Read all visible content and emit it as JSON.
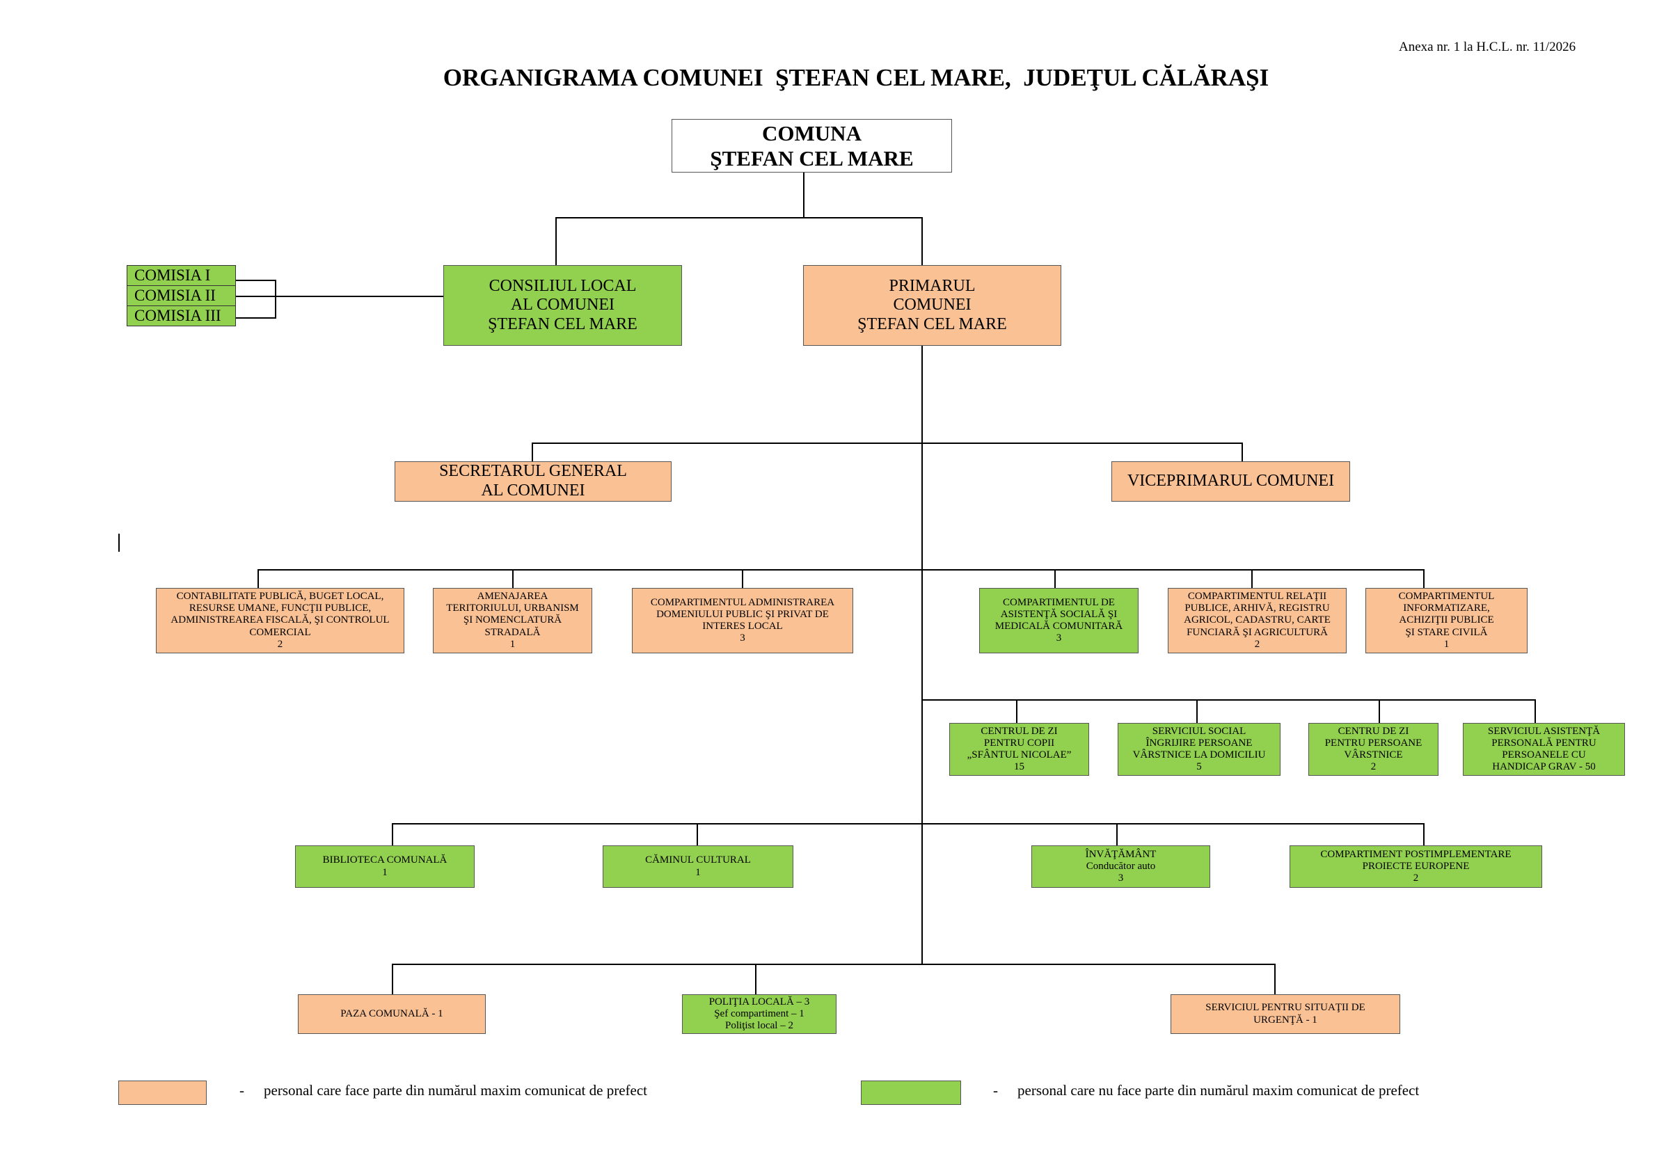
{
  "annex": "Anexa nr. 1 la H.C.L. nr. 11/2026",
  "title": "ORGANIGRAMA COMUNEI  ŞTEFAN CEL MARE,  JUDEŢUL CĂLĂRAŞI",
  "colors": {
    "orange": "#f9c194",
    "green": "#92d050"
  },
  "root": "COMUNA\nŞTEFAN CEL MARE",
  "consiliu": "CONSILIUL LOCAL\nAL COMUNEI\nŞTEFAN CEL MARE",
  "primar": "PRIMARUL\nCOMUNEI\nŞTEFAN CEL MARE",
  "comisii": [
    "COMISIA  I",
    "COMISIA  II",
    "COMISIA III"
  ],
  "secretar": "SECRETARUL GENERAL\nAL COMUNEI",
  "viceprimar": "VICEPRIMARUL COMUNEI",
  "row1": [
    "CONTABILITATE PUBLICĂ, BUGET LOCAL,\nRESURSE UMANE, FUNCŢII PUBLICE,\nADMINISTREAREA FISCALĂ, ŞI CONTROLUL\nCOMERCIAL\n2",
    "AMENAJAREA\nTERITORIULUI, URBANISM\nŞI NOMENCLATURĂ\nSTRADALĂ\n1",
    "COMPARTIMENTUL ADMINISTRAREA\nDOMENIULUI PUBLIC ŞI PRIVAT DE\nINTERES LOCAL\n3",
    "COMPARTIMENTUL DE\nASISTENŢĂ SOCIALĂ ŞI\nMEDICALĂ COMUNITARĂ\n3",
    "COMPARTIMENTUL RELAŢII\nPUBLICE, ARHIVĂ, REGISTRU\nAGRICOL, CADASTRU, CARTE\nFUNCIARĂ ŞI AGRICULTURĂ\n2",
    "COMPARTIMENTUL\nINFORMATIZARE,\nACHIZIŢII PUBLICE\nŞI STARE CIVILĂ\n1"
  ],
  "row2": [
    "CENTRUL DE ZI\nPENTRU COPII\n„SFÂNTUL NICOLAE”\n15",
    "SERVICIUL SOCIAL\nÎNGRIJIRE PERSOANE\nVÂRSTNICE LA DOMICILIU\n5",
    "CENTRU DE ZI\nPENTRU PERSOANE\nVÂRSTNICE\n2",
    "SERVICIUL ASISTENŢĂ\nPERSONALĂ PENTRU\nPERSOANELE CU\nHANDICAP GRAV  -  50"
  ],
  "row3": [
    "BIBLIOTECA  COMUNALĂ\n1",
    "CĂMINUL CULTURAL\n1",
    "ÎNVĂŢĂMÂNT\nConducător auto\n3",
    "COMPARTIMENT POSTIMPLEMENTARE\nPROIECTE EUROPENE\n2"
  ],
  "row4": [
    "PAZA COMUNALĂ - 1",
    "POLIŢIA LOCALĂ – 3\nŞef compartiment – 1\nPoliţist local – 2",
    "SERVICIUL PENTRU SITUAŢII DE\nURGENŢĂ - 1"
  ],
  "legend": {
    "dash": "-",
    "orange_text": "personal care face parte din numărul maxim comunicat de prefect",
    "green_text": "personal care nu face parte din numărul maxim comunicat de prefect"
  }
}
